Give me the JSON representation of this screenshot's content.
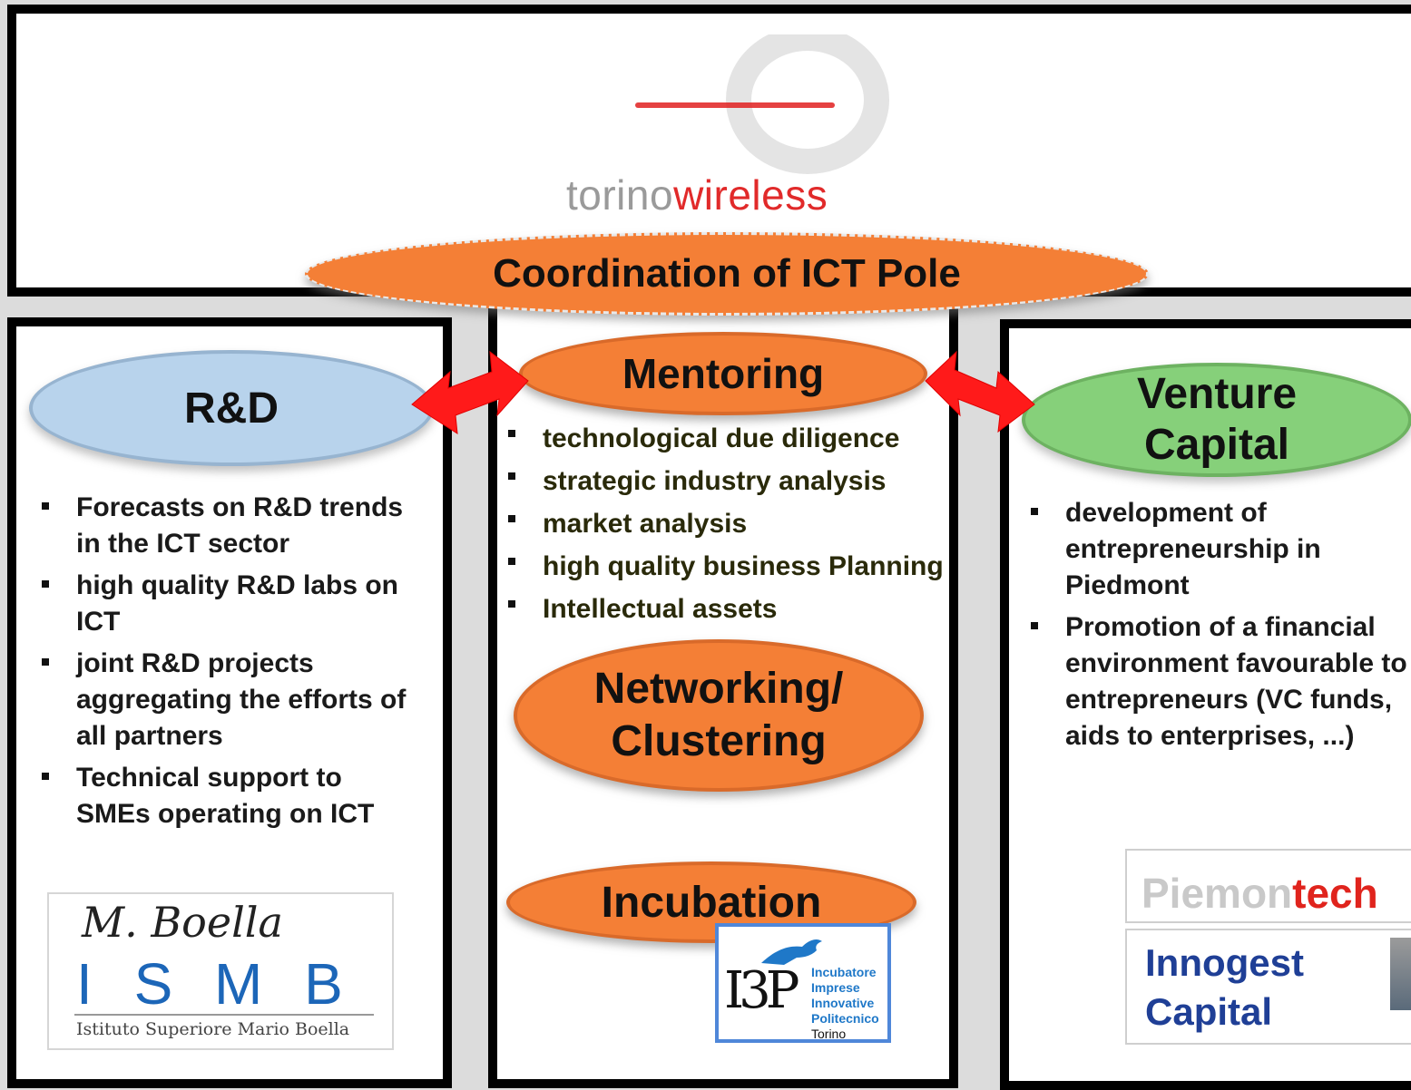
{
  "header": {
    "logo_torino": "torino",
    "logo_wireless": "wireless",
    "coordination": "Coordination of ICT Pole"
  },
  "left": {
    "title": "R&D",
    "bullets": [
      "Forecasts on R&D trends in the ICT sector",
      "high quality R&D labs on ICT",
      "joint R&D projects aggregating the efforts of all partners",
      "Technical support to SMEs operating on ICT"
    ],
    "logo": {
      "signature": "M. Boella",
      "acronym": "I S M B",
      "name": "Istituto Superiore Mario Boella"
    }
  },
  "center": {
    "mentoring_title": "Mentoring",
    "bullets": [
      "technological due diligence",
      "strategic industry analysis",
      "market analysis",
      "high quality business Planning",
      "Intellectual assets"
    ],
    "networking_line1": "Networking/",
    "networking_line2": "Clustering",
    "incubation_title": "Incubation",
    "logo": {
      "mark": "I3P",
      "lines": [
        "Incubatore",
        "Imprese",
        "Innovative",
        "Politecnico",
        "Torino"
      ]
    }
  },
  "right": {
    "title_line1": "Venture",
    "title_line2": "Capital",
    "bullets": [
      "development of entrepreneurship in Piedmont",
      "Promotion of a financial environment favourable to entrepreneurs (VC funds, aids to enterprises, ...)"
    ],
    "logo_piemon": "Piemon",
    "logo_tech": "tech",
    "innogest_line1": "Innogest",
    "innogest_line2": "Capital"
  },
  "colors": {
    "orange": "#f47f36",
    "blue": "#b8d3ec",
    "green": "#86d07a",
    "red_arrow": "#ff1a1a",
    "innogest_blue": "#1f3f96"
  }
}
